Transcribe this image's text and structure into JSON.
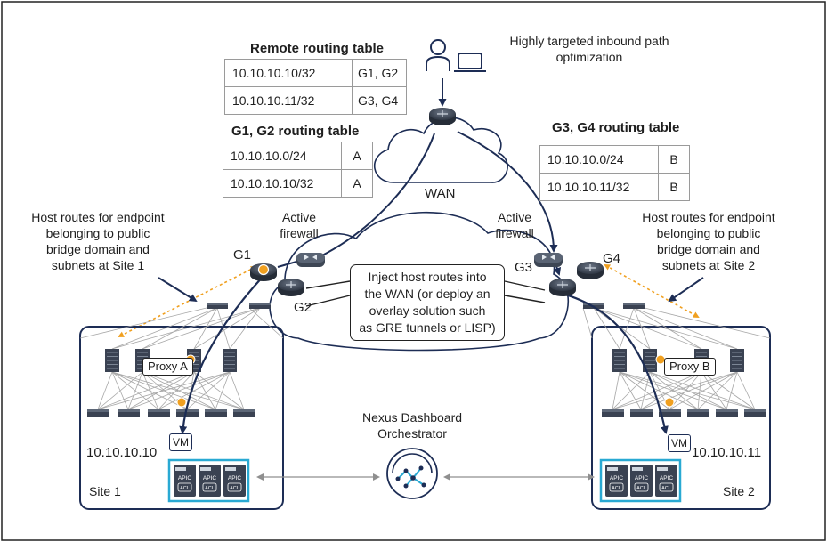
{
  "remote_table": {
    "title": "Remote routing table",
    "rows": [
      {
        "prefix": "10.10.10.10/32",
        "next": "G1, G2"
      },
      {
        "prefix": "10.10.10.11/32",
        "next": "G3, G4"
      }
    ]
  },
  "g12_table": {
    "title": "G1, G2 routing table",
    "rows": [
      {
        "prefix": "10.10.10.0/24",
        "next": "A"
      },
      {
        "prefix": "10.10.10.10/32",
        "next": "A"
      }
    ]
  },
  "g34_table": {
    "title": "G3, G4 routing table",
    "rows": [
      {
        "prefix": "10.10.10.0/24",
        "next": "B"
      },
      {
        "prefix": "10.10.10.11/32",
        "next": "B"
      }
    ]
  },
  "labels": {
    "inbound_line1": "Highly targeted inbound path",
    "inbound_line2": "optimization",
    "wan": "WAN",
    "active_fw_left_1": "Active",
    "active_fw_left_2": "firewall",
    "active_fw_right_1": "Active",
    "active_fw_right_2": "firewall",
    "host_left_1": "Host routes for endpoint",
    "host_left_2": "belonging to public",
    "host_left_3": "bridge domain and",
    "host_left_4": "subnets at Site 1",
    "host_right_1": "Host routes for endpoint",
    "host_right_2": "belonging to public",
    "host_right_3": "bridge domain and",
    "host_right_4": "subnets at Site 2",
    "g1": "G1",
    "g2": "G2",
    "g3": "G3",
    "g4": "G4",
    "inject_1": "Inject host routes into",
    "inject_2": "the WAN (or deploy an",
    "inject_3": "overlay solution such",
    "inject_4": "as GRE tunnels or LISP)",
    "proxy_a": "Proxy A",
    "proxy_b": "Proxy B",
    "vm_left": "VM",
    "vm_right": "VM",
    "ip_left": "10.10.10.10",
    "ip_right": "10.10.10.11",
    "ndo_1": "Nexus Dashboard",
    "ndo_2": "Orchestrator",
    "site1": "Site 1",
    "site2": "Site 2",
    "apic": "APIC",
    "acl": "ACL"
  },
  "colors": {
    "navy": "#1d2d55",
    "router": "#3d4654",
    "teal": "#29a9d3",
    "orange": "#f0a020",
    "gray_line": "#8f8f8f"
  }
}
